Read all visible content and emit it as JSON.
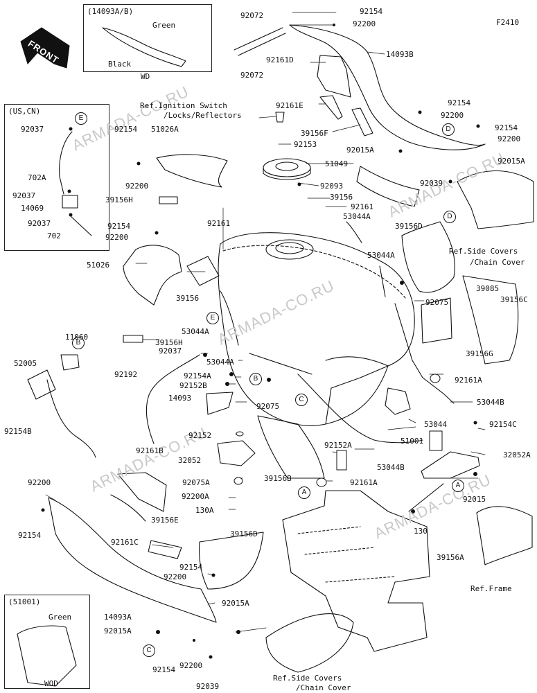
{
  "diagram": {
    "code": "F2410",
    "front_label": "FRONT",
    "watermark": "ARMADA-CO.RU",
    "insets": {
      "top_wd": {
        "title": "(14093A/B)",
        "green": "Green",
        "black": "Black",
        "caption": "WD"
      },
      "us_cn": {
        "title": "(US,CN)",
        "parts": [
          "92037",
          "702A",
          "92037",
          "14069",
          "92037",
          "702"
        ]
      },
      "bottom_wod": {
        "title": "(51001)",
        "green": "Green",
        "caption": "WOD"
      }
    },
    "callouts": [
      "A",
      "B",
      "C",
      "D",
      "E"
    ],
    "labels": {
      "p92072a": "92072",
      "p92072b": "92072",
      "p92154a": "92154",
      "p92200a": "92200",
      "p14093B": "14093B",
      "p92161D": "92161D",
      "p92161E": "92161E",
      "p39156F": "39156F",
      "pRefIgn": "Ref.Ignition Switch",
      "pRefIgn2": "/Locks/Reflectors",
      "p92154b": "92154",
      "p51026A": "51026A",
      "p92153": "92153",
      "p51049": "51049",
      "p92200b": "92200",
      "p39156Ha": "39156H",
      "p92093": "92093",
      "p39156a": "39156",
      "p92161a": "92161",
      "p53044Aa": "53044A",
      "p92154c": "92154",
      "p92200c": "92200",
      "p92015Aa": "92015A",
      "p92039a": "92039",
      "p39156D": "39156D",
      "p92154d": "92154",
      "p92200d": "92200",
      "p92015Ab": "92015A",
      "p92154e": "92154",
      "p92200e": "92200",
      "p92161b": "92161",
      "p51026": "51026",
      "p39156b": "39156",
      "p39156Hb": "39156H",
      "p53044Ab": "53044A",
      "p92037": "92037",
      "p53044Ac": "53044A",
      "p53044Ad": "53044A",
      "pRefSide1": "Ref.Side Covers",
      "pRefSide1b": "/Chain Cover",
      "p39085": "39085",
      "p92075a": "92075",
      "p39156C": "39156C",
      "p39156G": "39156G",
      "p92161A1": "92161A",
      "p53044B1": "53044B",
      "p11060": "11060",
      "p52005": "52005",
      "p92154B": "92154B",
      "p92192": "92192",
      "p92154A": "92154A",
      "p92152B": "92152B",
      "p14093": "14093",
      "p92075b": "92075",
      "p53044": "53044",
      "p92154C": "92154C",
      "p32052A": "32052A",
      "p92152": "92152",
      "p32052": "32052",
      "p92152A": "92152A",
      "p51001": "51001",
      "p53044B2": "53044B",
      "p92161B": "92161B",
      "p92075A": "92075A",
      "p92200A": "92200A",
      "p130A": "130A",
      "p39156B": "39156B",
      "p92161A2": "92161A",
      "p92015a": "92015",
      "p130": "130",
      "p92200f": "92200",
      "p92154f": "92154",
      "p39156E": "39156E",
      "p92161C": "92161C",
      "p39156D2": "39156D",
      "p39156A": "39156A",
      "pRefFrame": "Ref.Frame",
      "p92154g": "92154",
      "p92200g": "92200",
      "p14093A": "14093A",
      "p92015Ac": "92015A",
      "p92015Ad": "92015A",
      "p92154h": "92154",
      "p92200h": "92200",
      "p92039b": "92039",
      "pRefSide2": "Ref.Side Covers",
      "pRefSide2b": "/Chain Cover"
    }
  }
}
